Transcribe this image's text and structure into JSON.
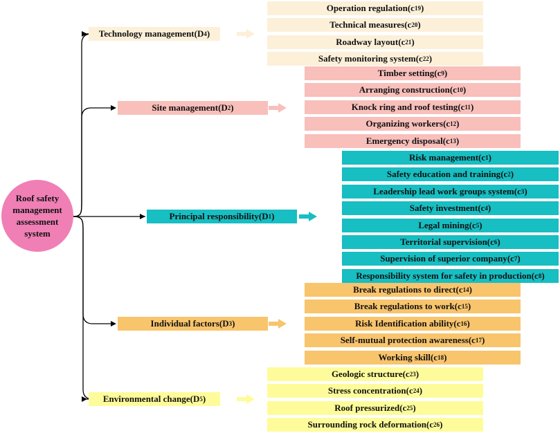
{
  "colors": {
    "technology": "#fcf0d9",
    "site": "#f8bfbb",
    "principal": "#17bec2",
    "individual": "#f8c46c",
    "environmental": "#fefc9a",
    "root": "#f07fb5",
    "line": "#000000"
  },
  "root": {
    "label": "Roof safety management assessment system"
  },
  "dimensions": [
    {
      "id": "technology",
      "label": "Technology management",
      "code": "4",
      "indicators": [
        {
          "label": "Operation regulation",
          "code": "19"
        },
        {
          "label": "Technical measures",
          "code": "20"
        },
        {
          "label": "Roadway layout",
          "code": "21"
        },
        {
          "label": "Safety monitoring system",
          "code": "22"
        }
      ]
    },
    {
      "id": "site",
      "label": "Site management",
      "code": "2",
      "indicators": [
        {
          "label": "Timber setting",
          "code": "9"
        },
        {
          "label": "Arranging construction",
          "code": "10"
        },
        {
          "label": "Knock ring and roof testing",
          "code": "11"
        },
        {
          "label": "Organizing workers ",
          "code": "12"
        },
        {
          "label": "Emergency disposal",
          "code": "13"
        }
      ]
    },
    {
      "id": "principal",
      "label": "Principal responsibility",
      "code": "1",
      "indicators": [
        {
          "label": "Risk management",
          "code": "1"
        },
        {
          "label": "Safety education and training",
          "code": "2"
        },
        {
          "label": "Leadership lead work groups system",
          "code": "3"
        },
        {
          "label": "Safety investment",
          "code": "4"
        },
        {
          "label": "Legal mining",
          "code": "5"
        },
        {
          "label": "Territorial supervision",
          "code": "6"
        },
        {
          "label": "Supervision of superior company",
          "code": "7"
        },
        {
          "label": "Responsibility system for safety in production",
          "code": "8"
        }
      ]
    },
    {
      "id": "individual",
      "label": "Individual factors",
      "code": "3",
      "indicators": [
        {
          "label": "Break regulations to direct",
          "code": "14"
        },
        {
          "label": "Break regulations to work",
          "code": "15"
        },
        {
          "label": "Risk Identification ability",
          "code": "16"
        },
        {
          "label": "Self-mutual protection awareness",
          "code": "17"
        },
        {
          "label": "Working skill ",
          "code": "18"
        }
      ]
    },
    {
      "id": "environmental",
      "label": "Environmental change",
      "code": "5",
      "indicators": [
        {
          "label": "Geologic structure",
          "code": "23"
        },
        {
          "label": "Stress concentration",
          "code": "24"
        },
        {
          "label": "Roof pressurized",
          "code": "25"
        },
        {
          "label": "Surrounding rock deformation",
          "code": "26"
        }
      ]
    }
  ]
}
